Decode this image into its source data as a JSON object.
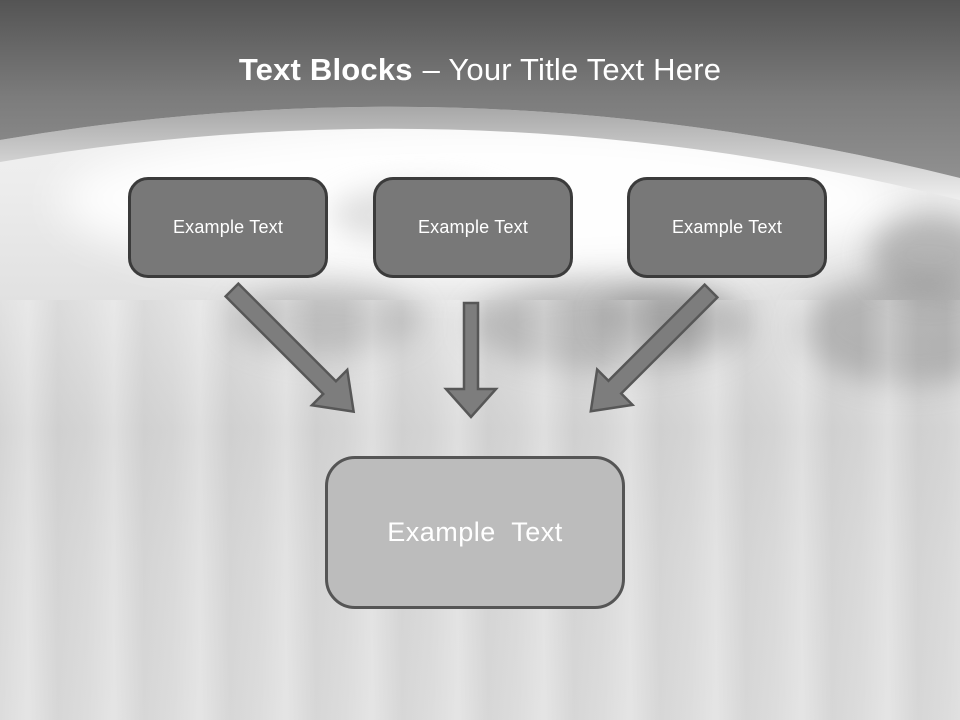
{
  "title": {
    "bold": "Text Blocks",
    "regular": "– Your Title Text Here"
  },
  "blocks": {
    "top": [
      "Example Text",
      "Example Text",
      "Example Text"
    ],
    "bottom": "Example Text"
  },
  "arrows": [
    {
      "icon": "arrow-down-right-icon"
    },
    {
      "icon": "arrow-down-icon"
    },
    {
      "icon": "arrow-down-left-icon"
    }
  ],
  "colors": {
    "title_text": "#ffffff",
    "header_top": "#565656",
    "header_bottom": "#8e8e8e",
    "block_fill": "#787878",
    "block_border": "#3b3b3b",
    "bottom_fill": "#bcbcbc",
    "bottom_border": "#555555",
    "arrow_fill": "#7d7d7d",
    "arrow_stroke": "#575757",
    "background": "#dadada"
  }
}
